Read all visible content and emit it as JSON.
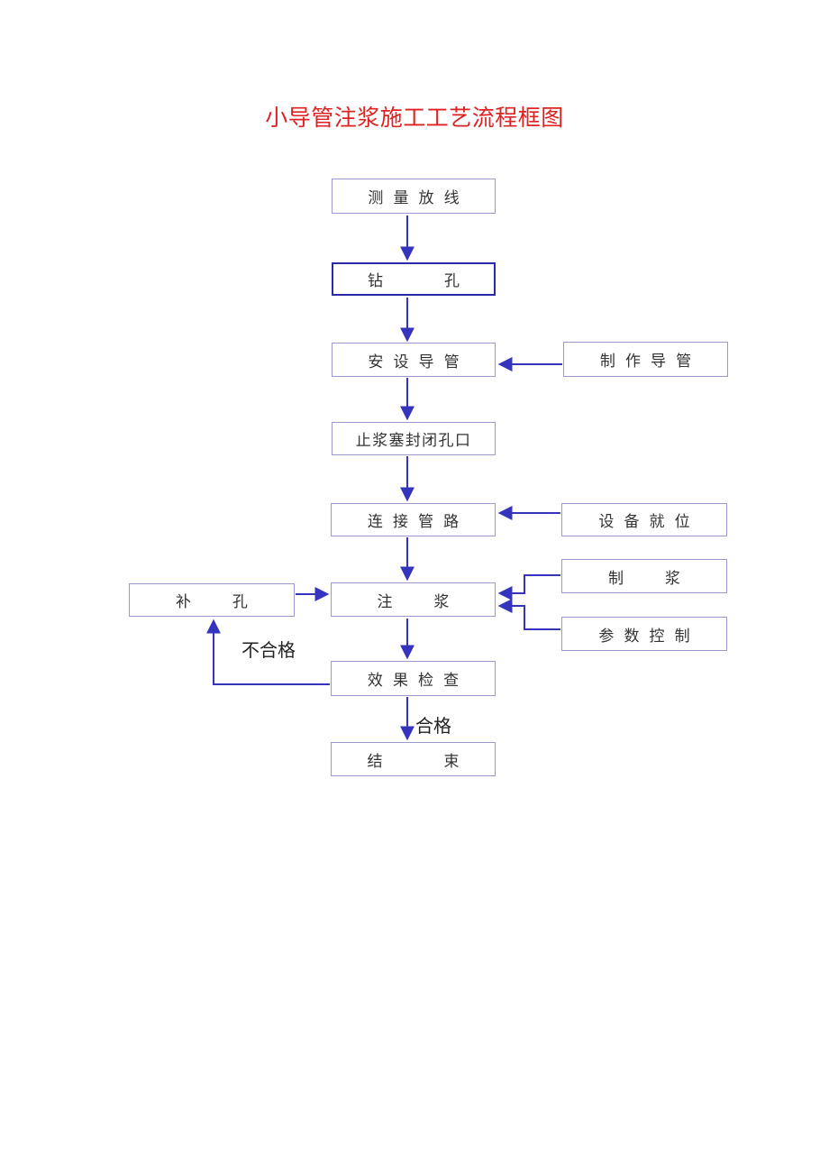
{
  "title": {
    "text": "小导管注浆施工工艺流程框图"
  },
  "colors": {
    "title": "#dd2222",
    "line": "#3434bd",
    "box_border": "#9a9acc",
    "box_border_strong": "#2a2aa8",
    "text": "#333333"
  },
  "nodes": [
    {
      "id": "survey-layout",
      "label": "测量放线"
    },
    {
      "id": "drill-hole",
      "label": "钻孔"
    },
    {
      "id": "install-conduit",
      "label": "安设导管"
    },
    {
      "id": "seal-hole-plug",
      "label": "止浆塞封闭孔口"
    },
    {
      "id": "connect-pipes",
      "label": "连接管路"
    },
    {
      "id": "grouting",
      "label": "注浆"
    },
    {
      "id": "effect-inspection",
      "label": "效果检查"
    },
    {
      "id": "finish",
      "label": "结束"
    },
    {
      "id": "make-conduit",
      "label": "制作导管"
    },
    {
      "id": "equipment-in-place",
      "label": "设备就位"
    },
    {
      "id": "make-grout",
      "label": "制浆"
    },
    {
      "id": "parameter-control",
      "label": "参数控制"
    },
    {
      "id": "patch-hole",
      "label": "补孔"
    }
  ],
  "edge_labels": {
    "fail": "不合格",
    "pass": "合格"
  },
  "edges": [
    {
      "from": "测量放线",
      "to": "钻孔"
    },
    {
      "from": "钻孔",
      "to": "安设导管"
    },
    {
      "from": "制作导管",
      "to": "安设导管"
    },
    {
      "from": "安设导管",
      "to": "止浆塞封闭孔口"
    },
    {
      "from": "止浆塞封闭孔口",
      "to": "连接管路"
    },
    {
      "from": "设备就位",
      "to": "连接管路"
    },
    {
      "from": "连接管路",
      "to": "注浆"
    },
    {
      "from": "制浆",
      "to": "注浆"
    },
    {
      "from": "参数控制",
      "to": "注浆"
    },
    {
      "from": "补孔",
      "to": "注浆"
    },
    {
      "from": "注浆",
      "to": "效果检查"
    },
    {
      "from": "效果检查",
      "to": "补孔",
      "label": "不合格"
    },
    {
      "from": "效果检查",
      "to": "结束",
      "label": "合格"
    }
  ]
}
